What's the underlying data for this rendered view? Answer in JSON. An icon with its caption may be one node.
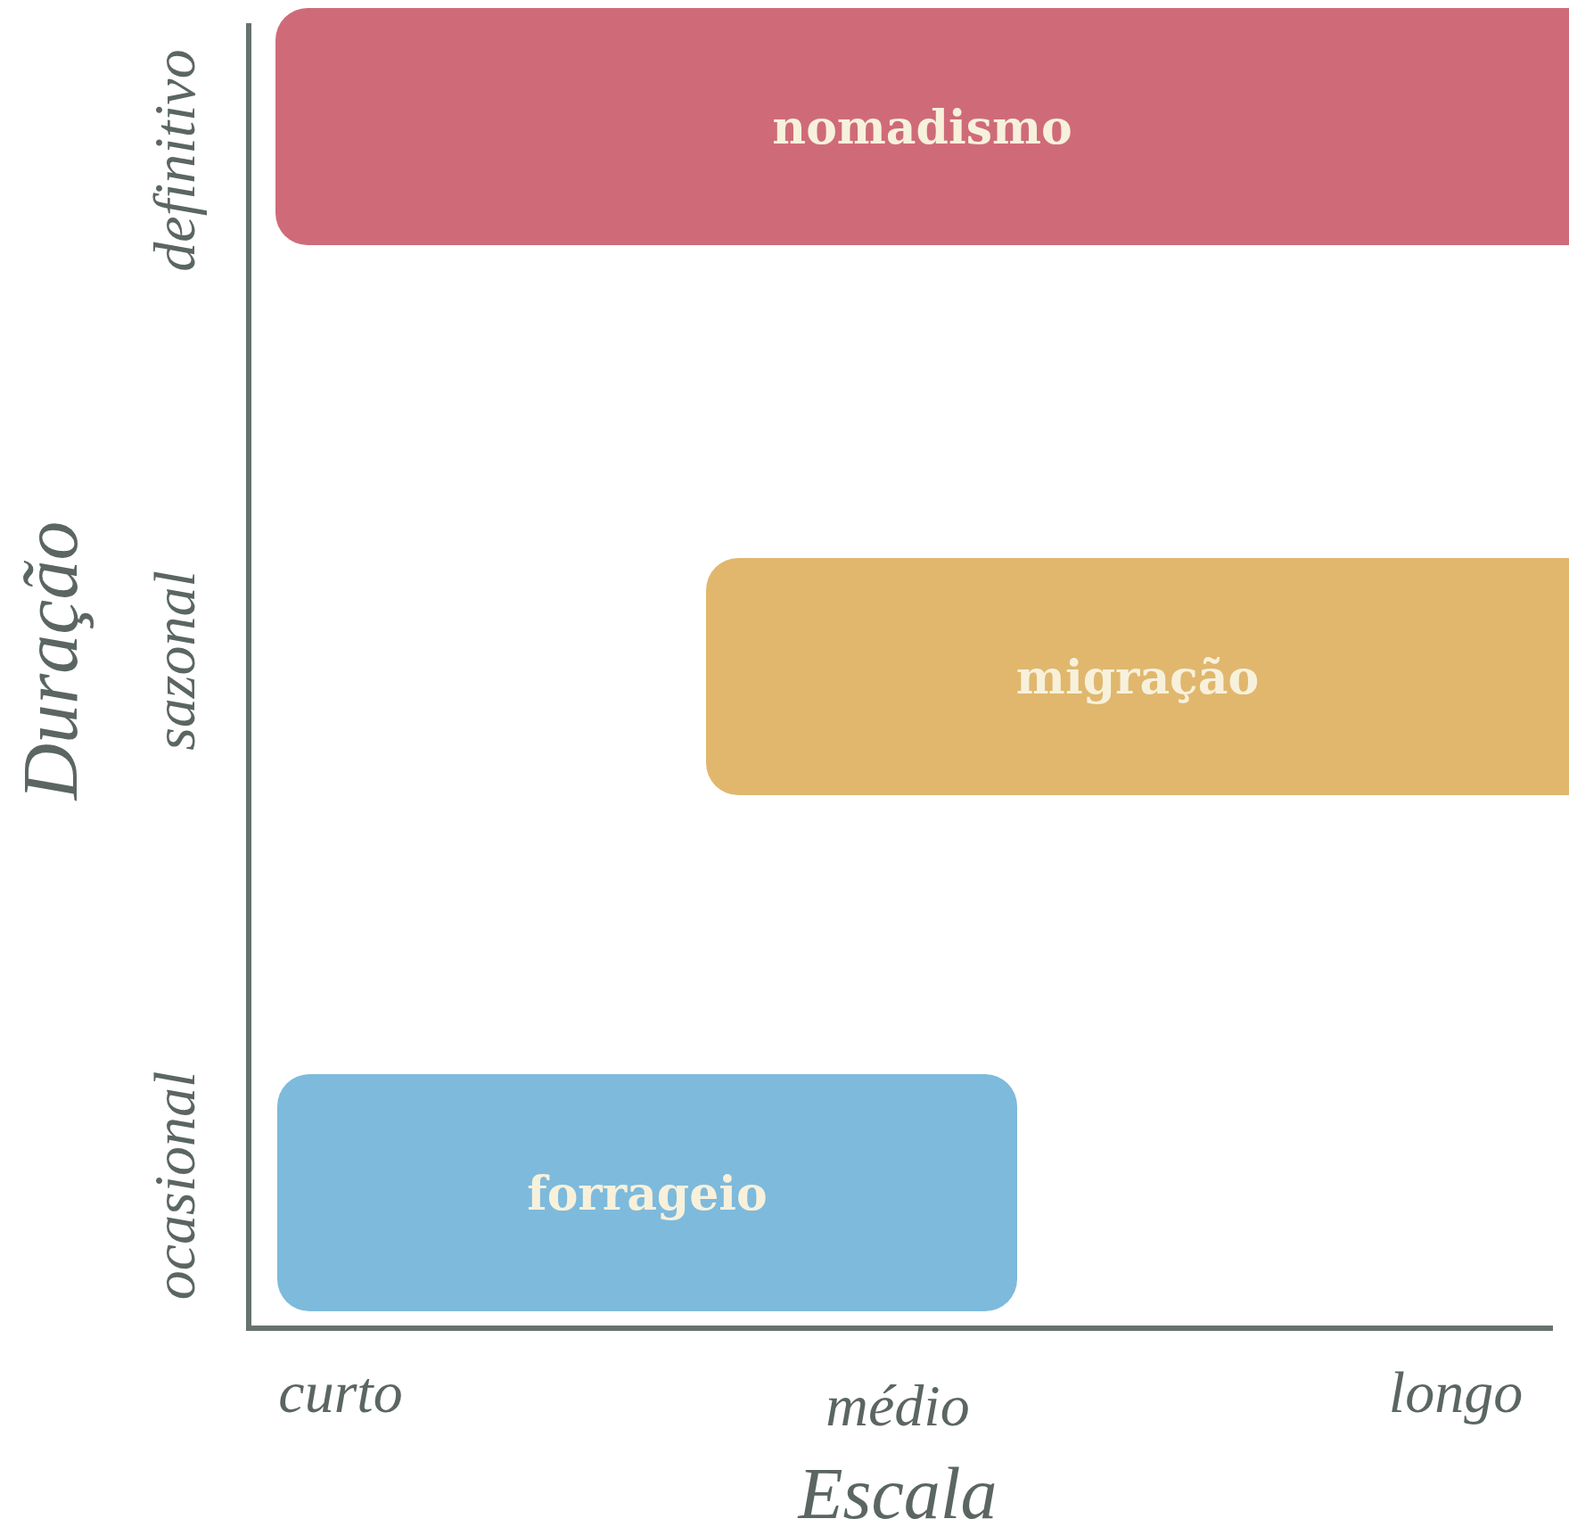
{
  "diagram": {
    "nodes": [
      {
        "text": [
          "nomadismo"
        ]
      },
      {
        "text": [
          "migração"
        ]
      },
      {
        "text": [
          "forrageio"
        ]
      }
    ],
    "labels": [
      "definitivo",
      "Duração",
      "sazonal",
      "ocasional",
      "curto",
      "médio",
      "longo",
      "Escala"
    ]
  }
}
